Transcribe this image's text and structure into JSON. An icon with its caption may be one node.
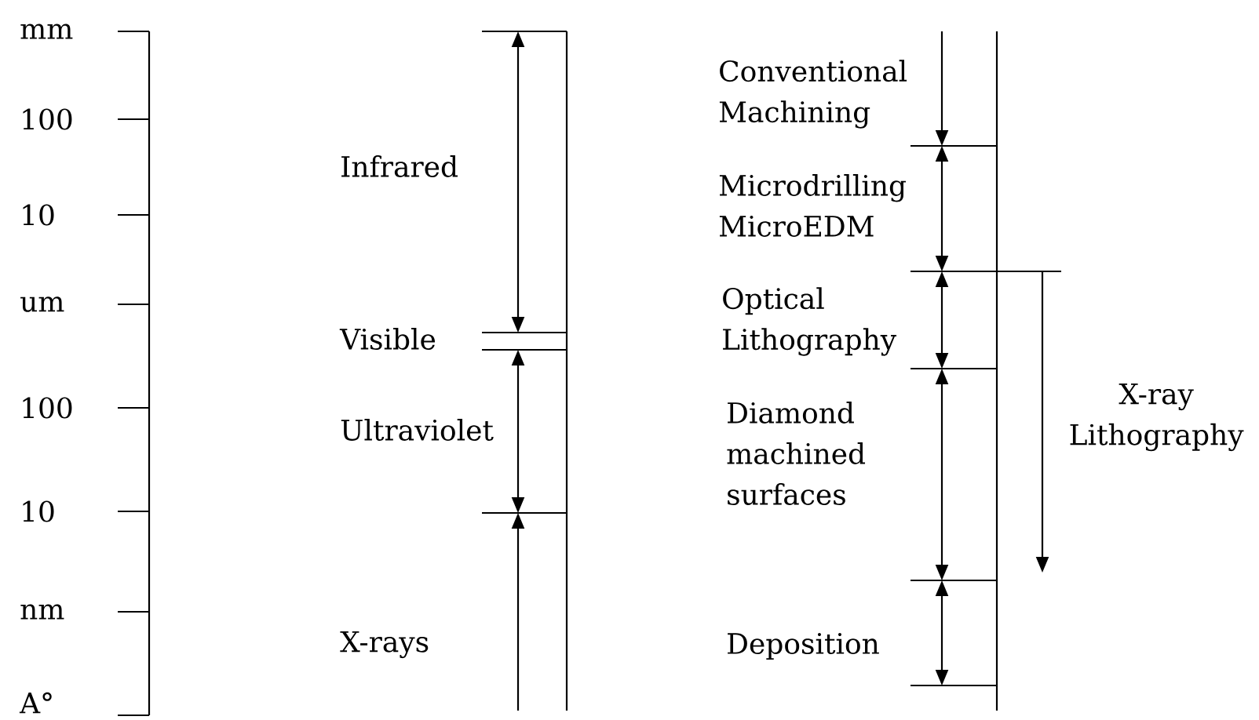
{
  "diagram": {
    "labels": [
      "mm",
      "100",
      "10",
      "um",
      "100",
      "10",
      "nm",
      "A°",
      "Infrared",
      "Visible",
      "Ultraviolet",
      "X-rays",
      "Conventional Machining",
      "Microdrilling MicroEDM",
      "Optical Lithography",
      "Diamond machined surfaces",
      "X-ray Lithography",
      "Deposition"
    ]
  }
}
